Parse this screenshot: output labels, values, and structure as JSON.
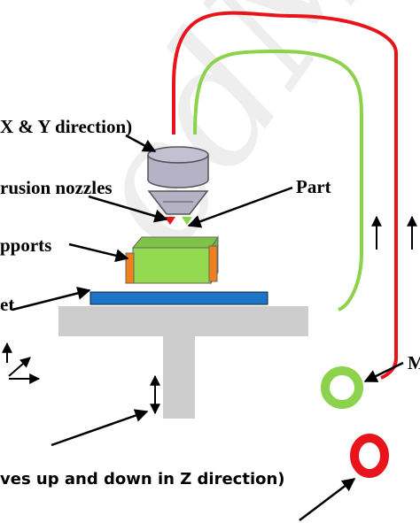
{
  "labels": {
    "head_direction": "X & Y direction)",
    "nozzles": "rusion nozzles",
    "part": "Part",
    "supports": "pports",
    "sheet": "et",
    "platform_motion": "ves up and down in Z direction)",
    "material_tag": "M"
  },
  "watermark": "edM",
  "colors": {
    "red_filament": "#e8131b",
    "green_filament": "#8cd24c",
    "part_fill": "#93d94f",
    "support_fill": "#f07f1d",
    "build_sheet": "#1c74c7",
    "platform": "#cdcdcd",
    "nozzle_body": "#b5b2c6",
    "arrow": "#000000"
  }
}
